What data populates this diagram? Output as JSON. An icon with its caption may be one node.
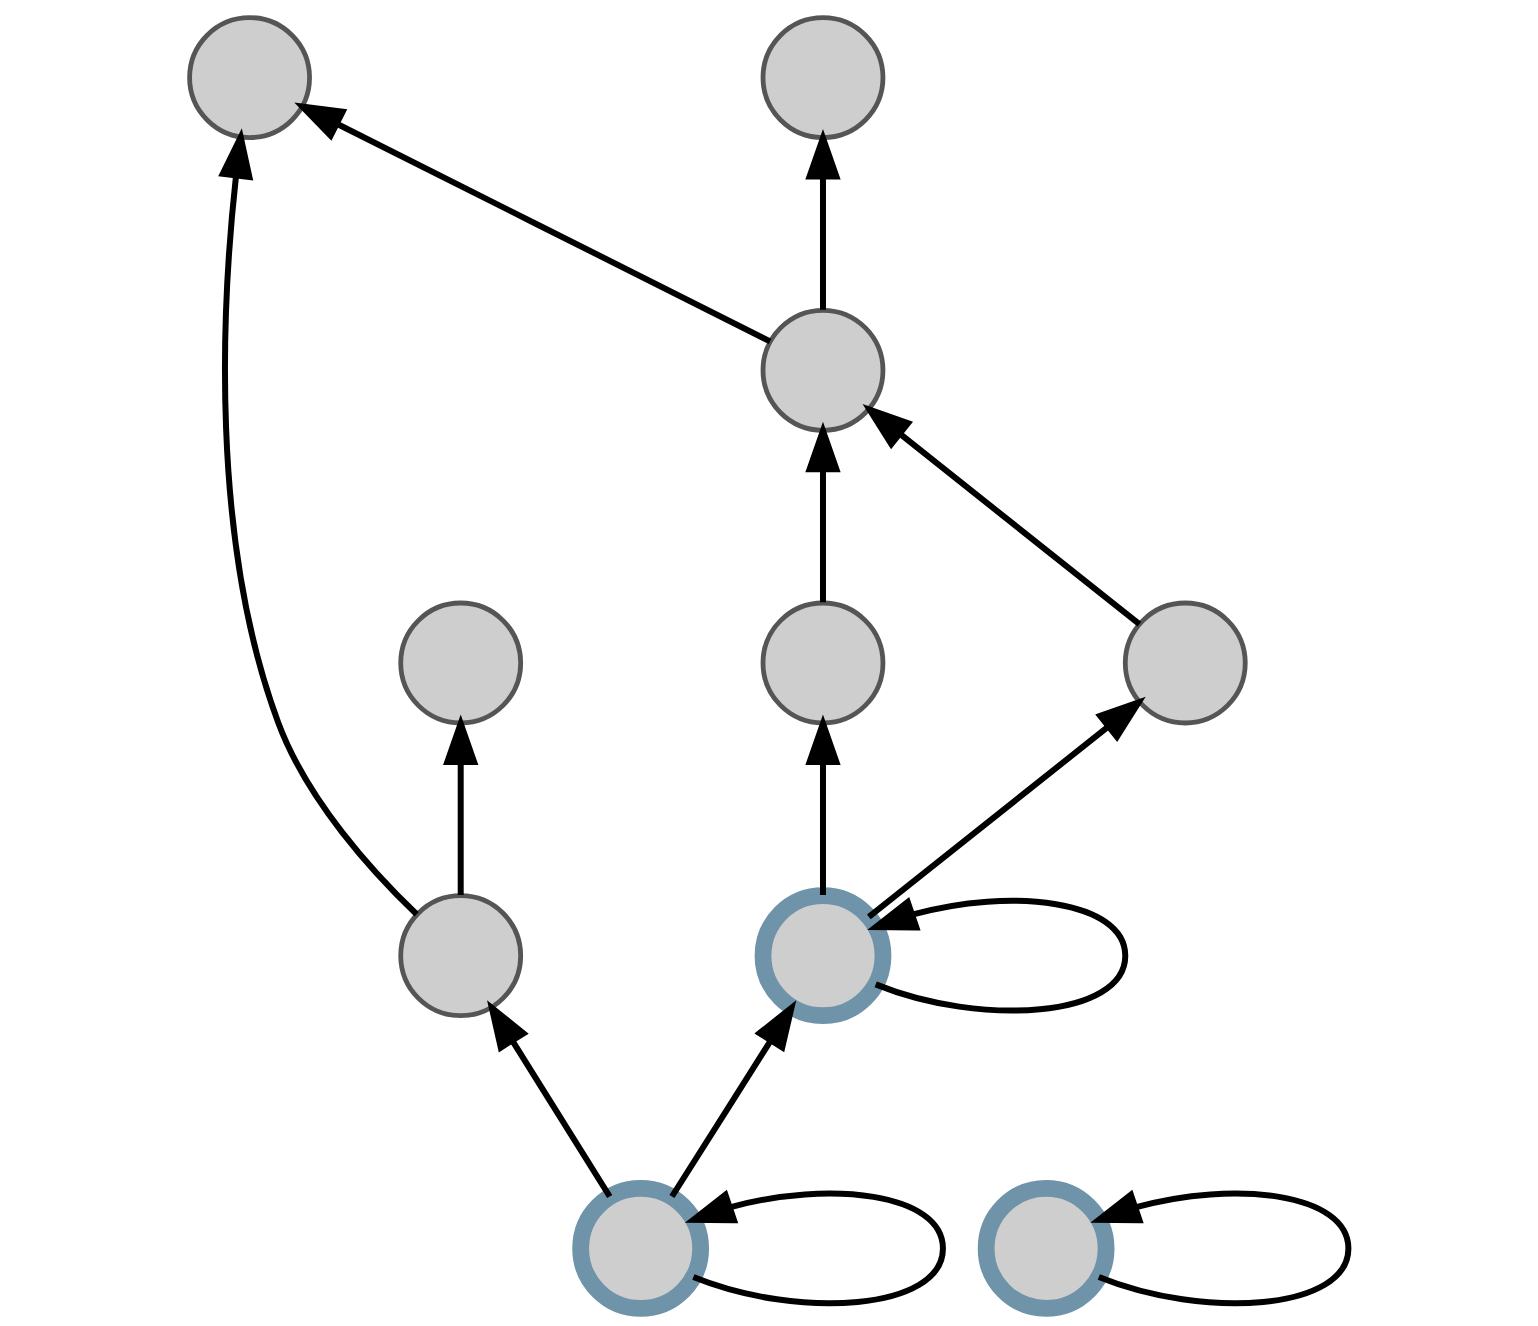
{
  "diagram": {
    "nodes": [
      {
        "text": [],
        "shape": "circle"
      },
      {
        "text": [],
        "shape": "circle"
      },
      {
        "text": [],
        "shape": "circle"
      },
      {
        "text": [],
        "shape": "circle"
      },
      {
        "text": [],
        "shape": "circle"
      },
      {
        "text": [],
        "shape": "circle"
      },
      {
        "text": [],
        "shape": "circle"
      },
      {
        "text": [],
        "shape": "circle"
      },
      {
        "text": [],
        "shape": "circle"
      },
      {
        "text": [],
        "shape": "circle"
      }
    ],
    "edges": [
      {
        "from": 2,
        "to": 4,
        "arrow": "to"
      },
      {
        "from": 4,
        "to": 0,
        "arrow": "to"
      },
      {
        "from": 4,
        "to": 1,
        "arrow": "to"
      },
      {
        "from": 5,
        "to": 1,
        "arrow": "to"
      },
      {
        "from": 3,
        "to": 3,
        "arrow": "to"
      },
      {
        "from": 6,
        "to": 2,
        "arrow": "to"
      },
      {
        "from": 6,
        "to": 7,
        "arrow": "to"
      },
      {
        "from": 7,
        "to": 4,
        "arrow": "to"
      },
      {
        "from": 6,
        "to": 6,
        "arrow": "to"
      },
      {
        "from": 9,
        "to": 6,
        "arrow": "to"
      },
      {
        "from": 9,
        "to": 5,
        "arrow": "to"
      },
      {
        "from": 5,
        "to": 8,
        "arrow": "to"
      },
      {
        "from": 9,
        "to": 9,
        "arrow": "to"
      }
    ]
  }
}
